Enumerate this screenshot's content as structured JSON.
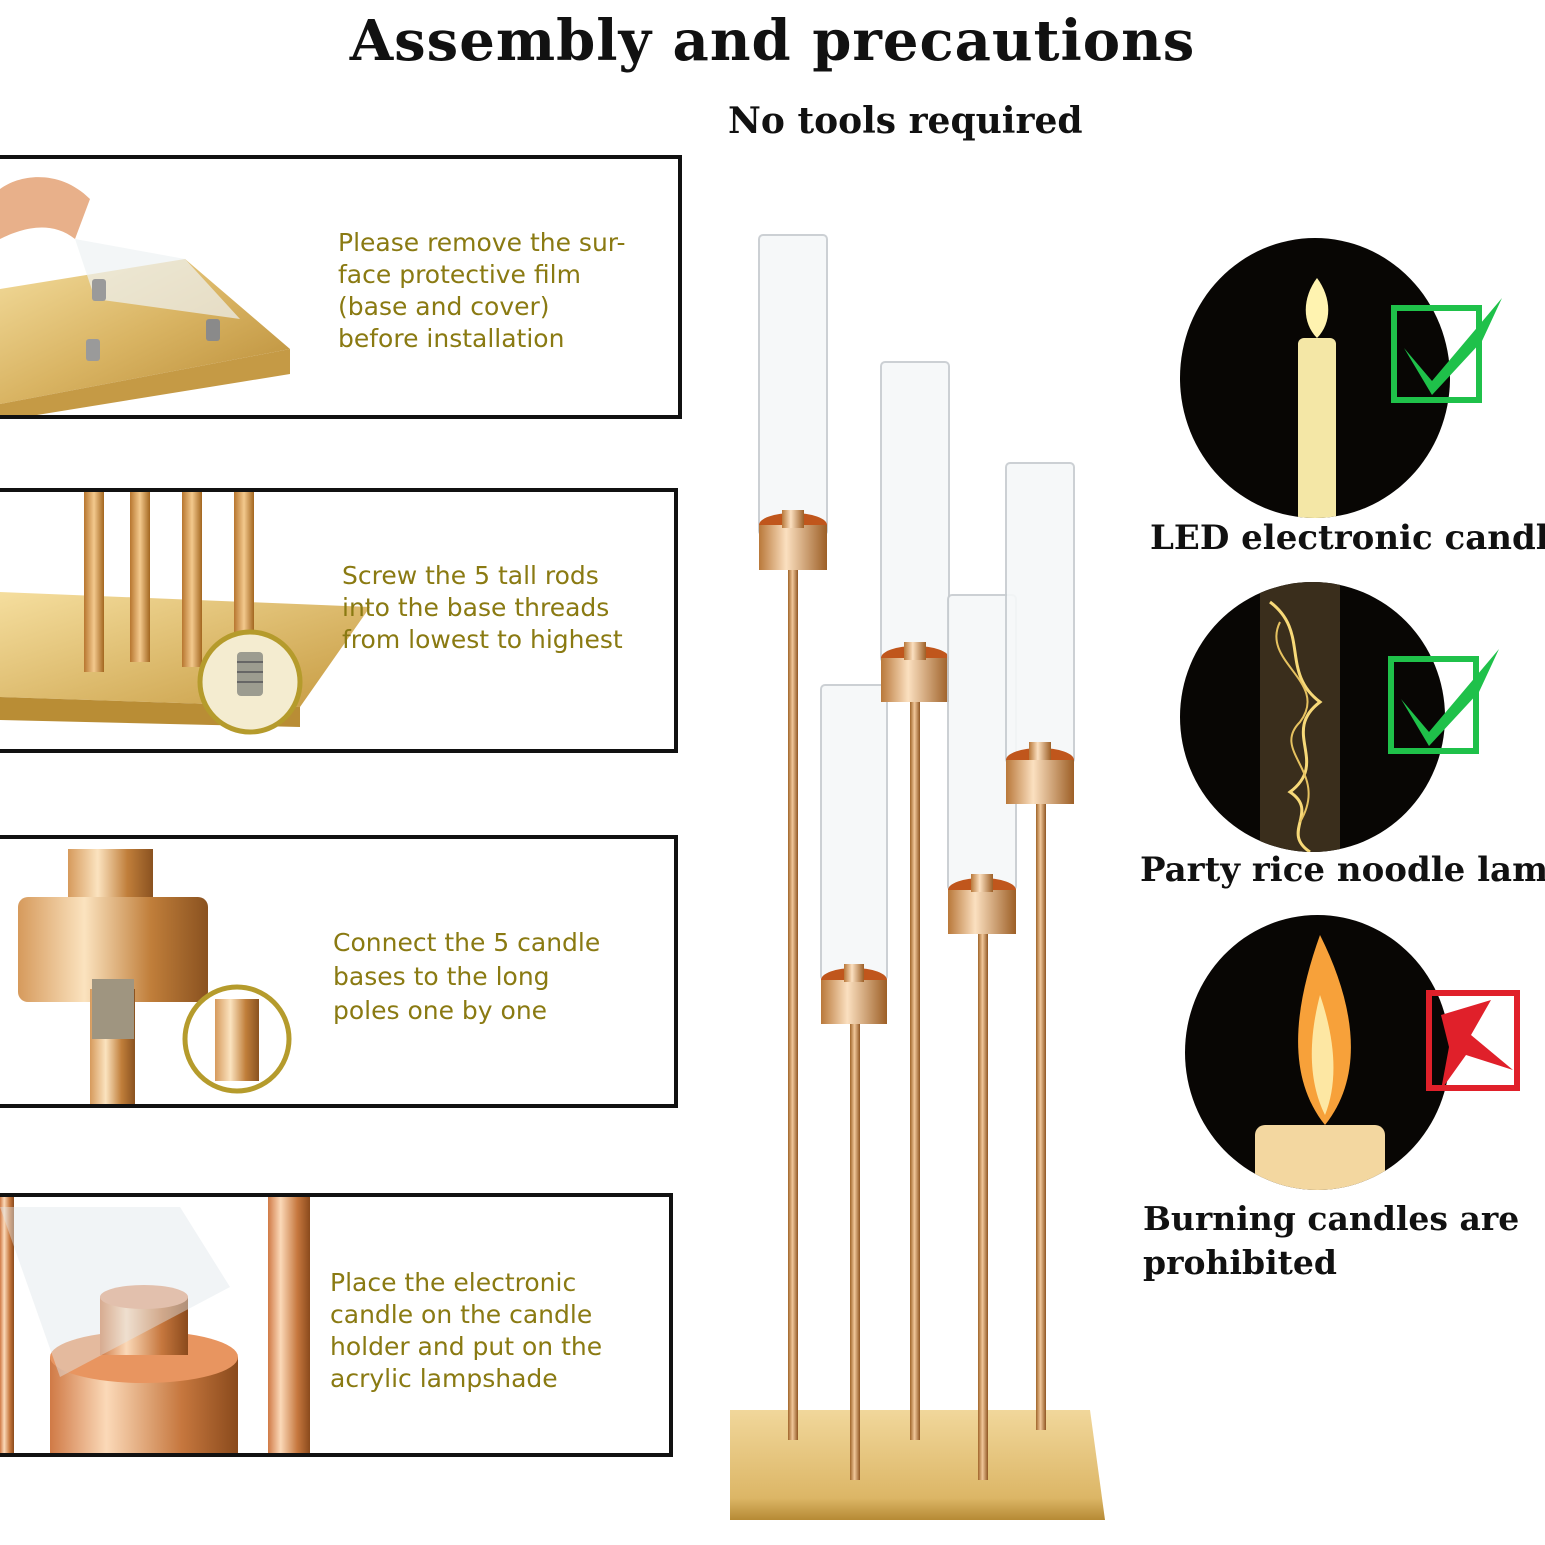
{
  "header": {
    "title": "Assembly and precautions",
    "subtitle": "No tools required"
  },
  "steps": [
    {
      "lines": [
        "Please remove the sur-",
        "face protective film",
        "(base and cover)",
        "before installation"
      ]
    },
    {
      "lines": [
        "Screw the 5 tall rods",
        "into the base threads",
        "from lowest to highest"
      ]
    },
    {
      "lines": [
        "Connect the 5 candle",
        "bases to the long",
        "poles one by one"
      ]
    },
    {
      "lines": [
        "Place the electronic",
        "candle on the candle",
        "holder and put on the",
        "acrylic lampshade"
      ]
    }
  ],
  "rules": [
    {
      "label": [
        "LED electronic candle"
      ],
      "status": "allowed",
      "icon": "check-icon",
      "color": "#1fc14a"
    },
    {
      "label": [
        "Party rice noodle lamp"
      ],
      "status": "allowed",
      "icon": "check-icon",
      "color": "#1fc14a"
    },
    {
      "label": [
        "Burning candles are",
        "prohibited"
      ],
      "status": "prohibited",
      "icon": "cross-icon",
      "color": "#e0202a"
    }
  ],
  "colors": {
    "gold": "#c9a24a",
    "text_gold": "#8a7a12",
    "copper": "#c0561c"
  }
}
